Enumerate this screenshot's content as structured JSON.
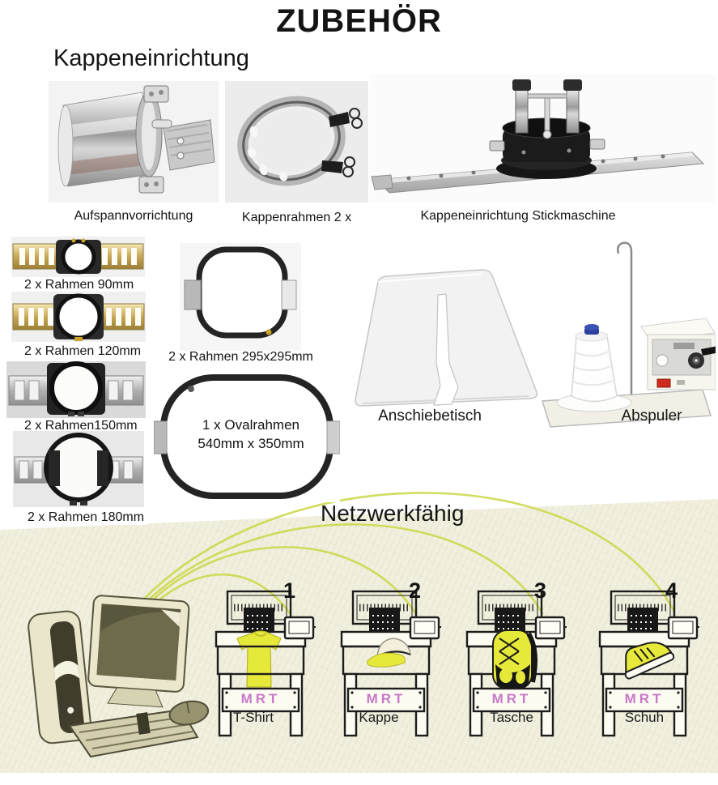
{
  "title": "ZUBEHÖR",
  "sections": {
    "kappeneinrichtung": {
      "heading": "Kappeneinrichtung"
    },
    "netzwerk": {
      "heading": "Netzwerkfähig"
    }
  },
  "row1": {
    "items": [
      {
        "label": "Aufspannvorrichtung"
      },
      {
        "label": "Kappenrahmen 2 x"
      },
      {
        "label": "Kappeneinrichtung Stickmaschine"
      }
    ]
  },
  "hoops": {
    "round": [
      {
        "label": "2 x Rahmen 90mm"
      },
      {
        "label": "2 x Rahmen 120mm"
      },
      {
        "label": "2 x Rahmen150mm"
      },
      {
        "label": "2 x Rahmen 180mm"
      }
    ],
    "square": {
      "label": "2 x Rahmen 295x295mm"
    },
    "oval": {
      "line1": "1 x Ovalrahmen",
      "line2": "540mm x 350mm"
    }
  },
  "accessories": {
    "table": {
      "label": "Anschiebetisch"
    },
    "winder": {
      "label": "Abspuler"
    }
  },
  "network": {
    "machines": [
      {
        "number": "1",
        "brand": "MRT",
        "item": "T-Shirt"
      },
      {
        "number": "2",
        "brand": "MRT",
        "item": "Kappe"
      },
      {
        "number": "3",
        "brand": "MRT",
        "item": "Tasche"
      },
      {
        "number": "4",
        "brand": "MRT",
        "item": "Schuh"
      }
    ]
  },
  "colors": {
    "highlight_yellow": "#e6e93a",
    "network_line_green": "#ccd94e",
    "brand_magenta": "#c878c8",
    "panel_cream": "#f1efdd"
  }
}
